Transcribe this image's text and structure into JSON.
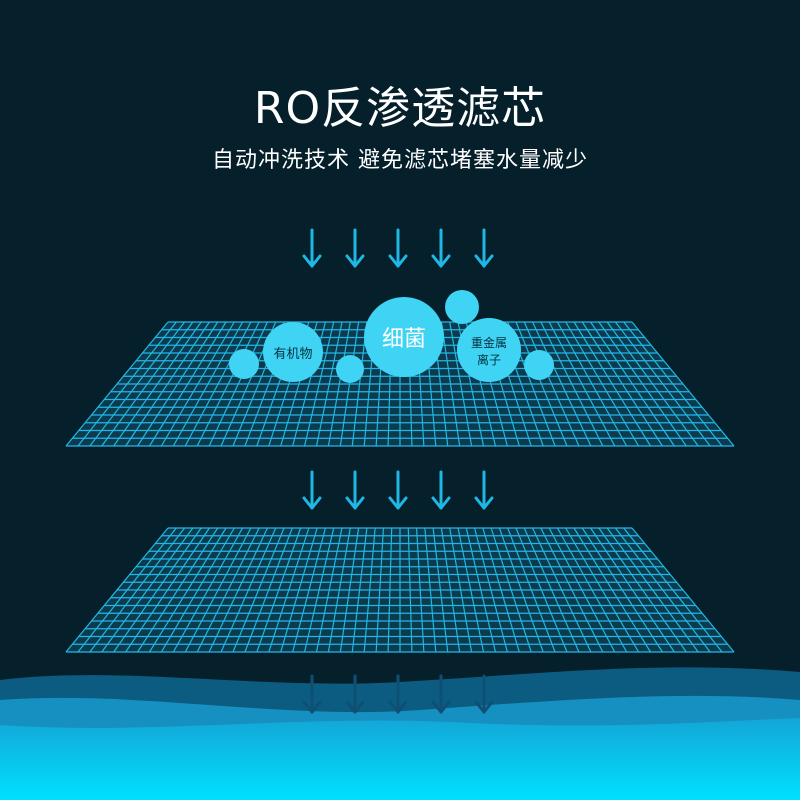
{
  "header": {
    "title": "RO反渗透滤芯",
    "subtitle": "自动冲洗技术 避免滤芯堵塞水量减少"
  },
  "particles": {
    "organic": "有机物",
    "bacteria": "细菌",
    "heavy_metal_line1": "重金属",
    "heavy_metal_line2": "离子"
  },
  "colors": {
    "background": "#06202b",
    "accent": "#1fb8e6",
    "particle": "#3fd4f4",
    "water_light": "#00dcff",
    "water_mid": "#1aa3cf",
    "water_dark": "#0b5c80"
  },
  "icons": [
    "down-arrow-icon",
    "filter-membrane-grid"
  ]
}
